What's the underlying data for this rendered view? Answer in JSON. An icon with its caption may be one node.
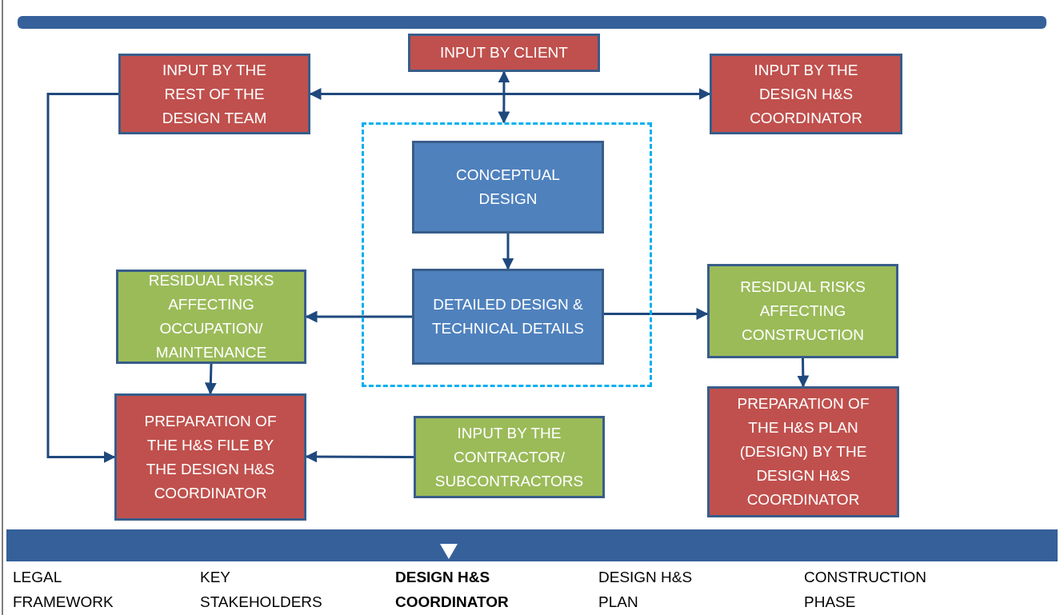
{
  "diagram": {
    "nodes": [
      {
        "text": [
          "INPUT BY THE REST OF THE DESIGN TEAM"
        ]
      },
      {
        "text": [
          "INPUT BY CLIENT"
        ]
      },
      {
        "text": [
          "INPUT BY THE DESIGN H&S COORDINATOR"
        ]
      },
      {
        "text": [],
        "shape": "box"
      },
      {
        "text": [
          "CONCEPTUAL DESIGN"
        ],
        "in": 3
      },
      {
        "text": [
          "DETAILED DESIGN & TECHNICAL DETAILS"
        ],
        "in": 3
      },
      {
        "text": [
          "RESIDUAL RISKS AFFECTING OCCUPATION/ MAINTENANCE"
        ]
      },
      {
        "text": [
          "RESIDUAL RISKS AFFECTING CONSTRUCTION"
        ]
      },
      {
        "text": [
          "PREPARATION OF THE H&S FILE BY THE DESIGN H&S COORDINATOR"
        ]
      },
      {
        "text": [
          "INPUT BY THE CONTRACTOR/ SUBCONTRACTORS"
        ]
      },
      {
        "text": [
          "PREPARATION OF THE H&S PLAN (DESIGN) BY THE DESIGN H&S COORDINATOR"
        ]
      }
    ],
    "edges": [
      {
        "from": 0,
        "to": 2,
        "arrow": "both"
      },
      {
        "from": 1,
        "to": 3,
        "arrow": "both"
      },
      {
        "from": 4,
        "to": 5,
        "arrow": "to"
      },
      {
        "from": 5,
        "to": 6,
        "arrow": "to"
      },
      {
        "from": 5,
        "to": 7,
        "arrow": "to"
      },
      {
        "from": 6,
        "to": 8,
        "arrow": "to"
      },
      {
        "from": 7,
        "to": 10,
        "arrow": "to"
      },
      {
        "from": 9,
        "to": 8,
        "arrow": "to"
      },
      {
        "from": 0,
        "to": 8,
        "arrow": "to"
      }
    ],
    "labels": [
      "LEGAL FRAMEWORK",
      "KEY STAKEHOLDERS",
      "DESIGN H&S COORDINATOR",
      "DESIGN H&S PLAN",
      "CONSTRUCTION PHASE"
    ]
  }
}
